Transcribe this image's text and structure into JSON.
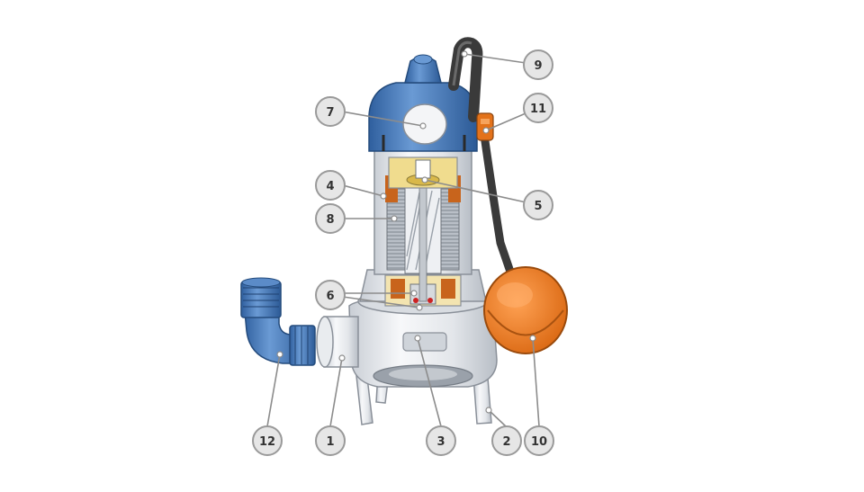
{
  "diagram": {
    "callouts": [
      {
        "label": "1"
      },
      {
        "label": "2"
      },
      {
        "label": "3"
      },
      {
        "label": "4"
      },
      {
        "label": "5"
      },
      {
        "label": "6"
      },
      {
        "label": "7"
      },
      {
        "label": "8"
      },
      {
        "label": "9"
      },
      {
        "label": "10"
      },
      {
        "label": "11"
      },
      {
        "label": "12"
      }
    ],
    "colors": {
      "housing_blue": "#4a7fbf",
      "steel": "#dfe3e8",
      "float_orange": "#f07b1c",
      "cable": "#3a3a3a",
      "bearing": "#e8c86a",
      "winding": "#c8641c",
      "callout_fill": "#e6e6e6",
      "leader_line": "#8c8c8c"
    }
  }
}
